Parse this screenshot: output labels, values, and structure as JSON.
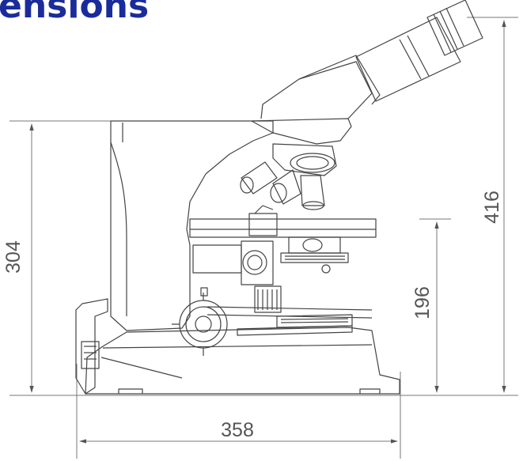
{
  "title": "ensions",
  "dimensions": {
    "total_height": "416",
    "arm_height": "304",
    "stage_height": "196",
    "base_length": "358"
  },
  "colors": {
    "title": "#1a2c9a",
    "line": "#555555"
  }
}
